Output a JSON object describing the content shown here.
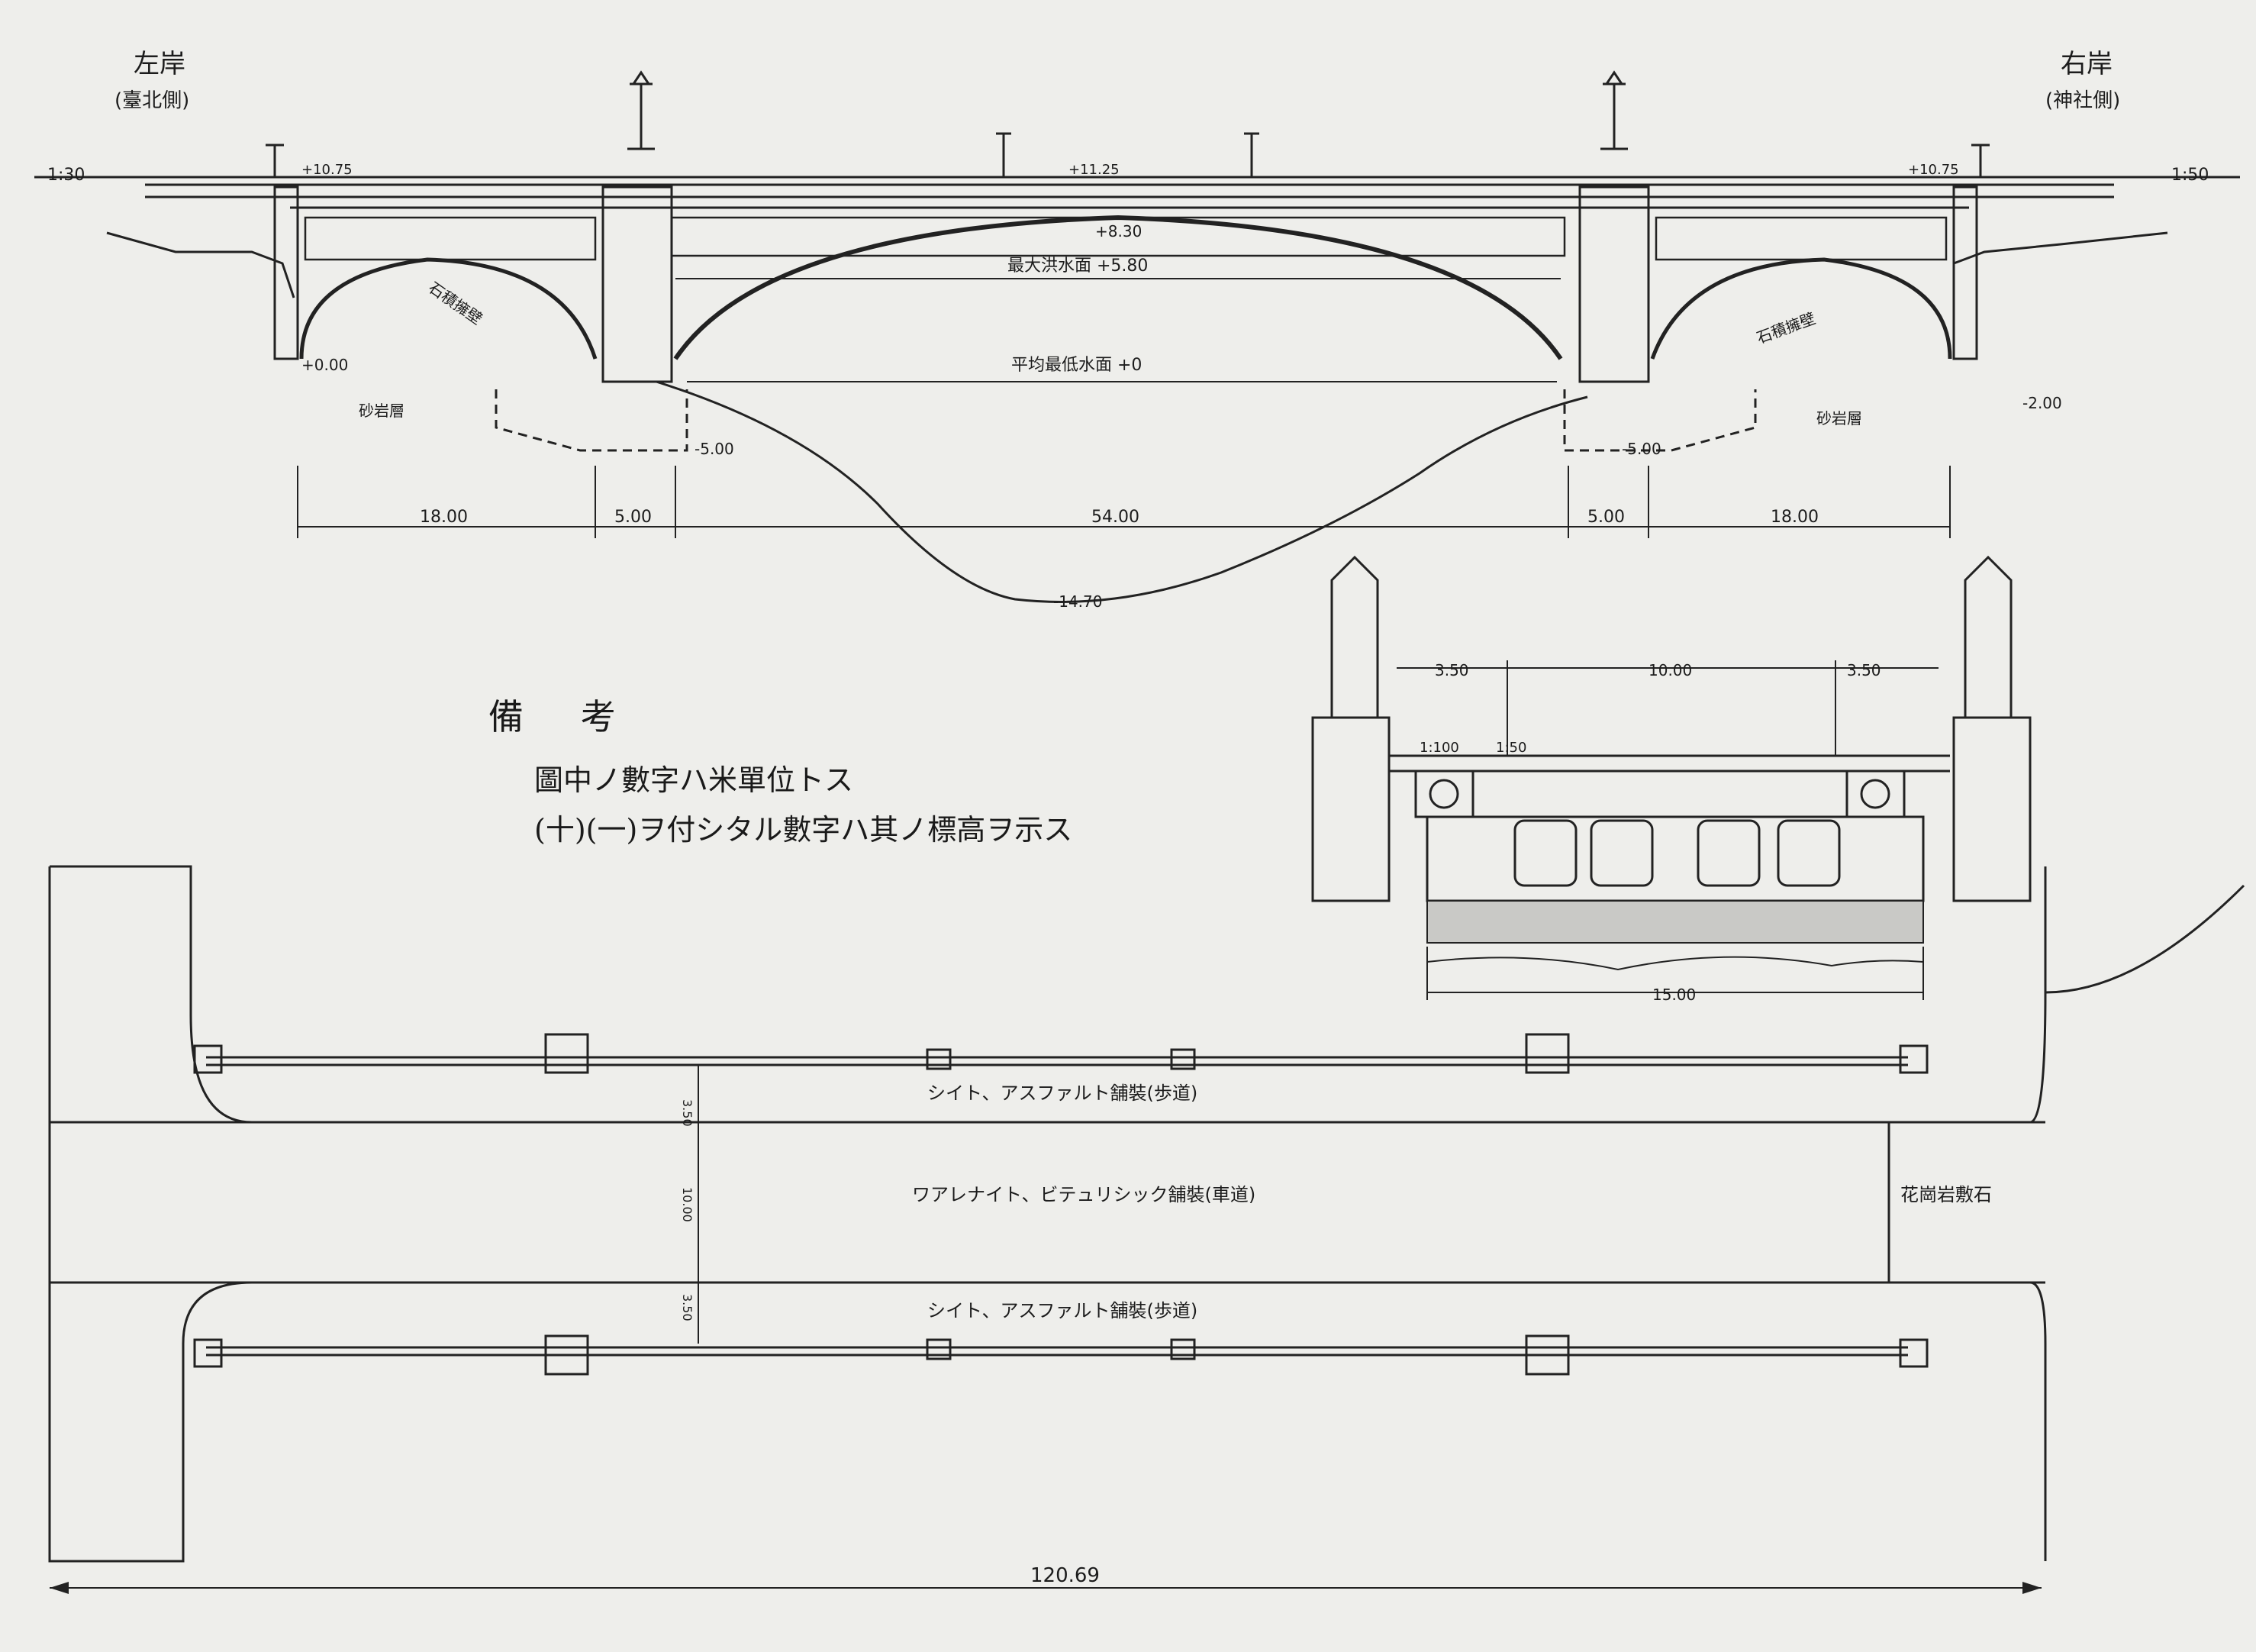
{
  "elevation": {
    "left_bank": "左岸",
    "left_bank_side": "(臺北側)",
    "right_bank": "右岸",
    "right_bank_side": "(神社側)",
    "scale_left": "1:30",
    "scale_right": "1:50",
    "deck_left": "+10.75",
    "deck_center": "+11.25",
    "deck_right": "+10.75",
    "arch_crown": "+8.30",
    "max_flood": "最大洪水面 +5.80",
    "mean_low": "平均最低水面 +0",
    "left_wall": "石積擁壁",
    "right_wall": "石積擁壁",
    "left_zero": "+0.00",
    "right_minus2": "-2.00",
    "left_rock": "砂岩層",
    "right_rock": "砂岩層",
    "left_pier_depth": "-5.00",
    "right_pier_depth": "-5.00",
    "riverbed": "-14.70",
    "dim_left": "18.00",
    "dim_left_pier": "5.00",
    "dim_main": "54.00",
    "dim_right_pier": "5.00",
    "dim_right": "18.00"
  },
  "notes": {
    "heading": "備 考",
    "line1": "圖中ノ數字ハ米單位トス",
    "line2": "(十)(一)ヲ付シタル數字ハ其ノ標高ヲ示ス"
  },
  "section": {
    "dim_left": "3.50",
    "dim_center": "10.00",
    "dim_right": "3.50",
    "slope_left": "1:100",
    "slope_center": "1:50",
    "dim_bottom": "15.00"
  },
  "plan": {
    "top_walk": "シイト、アスファルト舗裝(歩道)",
    "roadway": "ワアレナイト、ビテュリシック舗裝(車道)",
    "bottom_walk": "シイト、アスファルト舗裝(歩道)",
    "granite": "花崗岩敷石",
    "dim_a": "3.50",
    "dim_b": "10.00",
    "dim_c": "3.50",
    "total_length": "120.69"
  }
}
